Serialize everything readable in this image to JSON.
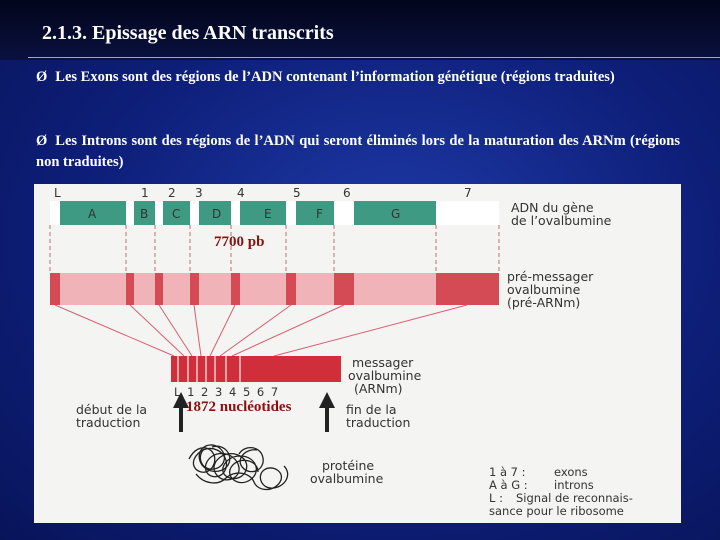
{
  "slide": {
    "title": "2.1.3. Epissage des ARN transcrits",
    "bullets": [
      {
        "marker": "Ø",
        "text": "Les Exons sont des régions de l’ADN contenant l’information génétique (régions traduites)"
      },
      {
        "marker": "Ø",
        "text": "Les Introns sont des régions de l’ADN qui seront éliminés lors de la maturation des ARNm (régions non traduites)"
      }
    ]
  },
  "figure": {
    "intron_numbers": [
      "L",
      "1",
      "2",
      "3",
      "4",
      "5",
      "6",
      "7"
    ],
    "exon_letters": [
      "A",
      "B",
      "C",
      "D",
      "E",
      "F",
      "G"
    ],
    "label_adn": [
      "ADN du gène",
      "de l’ovalbumine"
    ],
    "label_pre": [
      "pré-messager",
      "ovalbumine",
      "(pré-ARNm)"
    ],
    "label_mess": [
      "messager",
      "ovalbumine",
      "(ARNm)"
    ],
    "mrna_numbers": "L 1 2 3 4 5 6 7",
    "label_debut": [
      "début de la",
      "traduction"
    ],
    "label_fin": [
      "fin de la",
      "traduction"
    ],
    "label_proteine": [
      "protéine",
      "ovalbumine"
    ],
    "legend": [
      {
        "key": "1 à 7 :",
        "value": "exons"
      },
      {
        "key": "A à G :",
        "value": "introns"
      },
      {
        "key": "L :",
        "value": "Signal de reconnais-"
      },
      {
        "key": "",
        "value": "sance pour le ribosome"
      }
    ],
    "overlay_gene_size": "7700 pb",
    "overlay_mrna_size": "1872 nucléotides",
    "colors": {
      "dna": "#3f9a84",
      "pre_mrna": "#d44a55",
      "mrna": "#cf2e3a",
      "legend_text": "#333333"
    }
  }
}
